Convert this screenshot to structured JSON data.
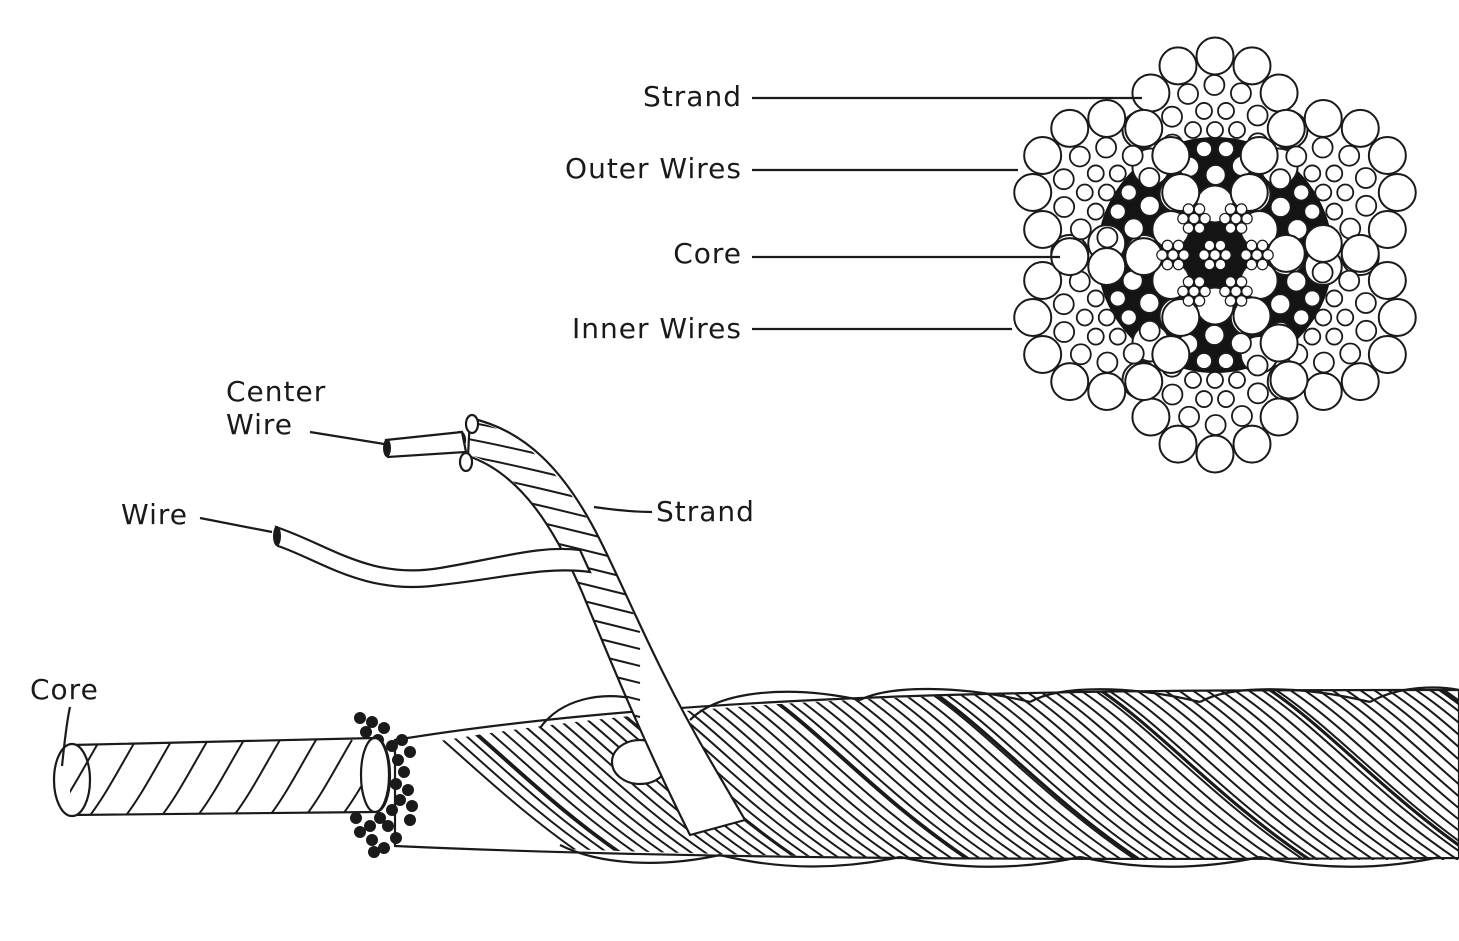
{
  "cross_section_labels": {
    "strand": "Strand",
    "outer_wires": "Outer Wires",
    "core": "Core",
    "inner_wires": "Inner Wires"
  },
  "rope_labels": {
    "center_wire_line1": "Center",
    "center_wire_line2": "Wire",
    "wire": "Wire",
    "strand": "Strand",
    "core": "Core"
  },
  "colors": {
    "ink": "#1a1a1a",
    "core_fill": "#141414",
    "background": "#ffffff"
  }
}
